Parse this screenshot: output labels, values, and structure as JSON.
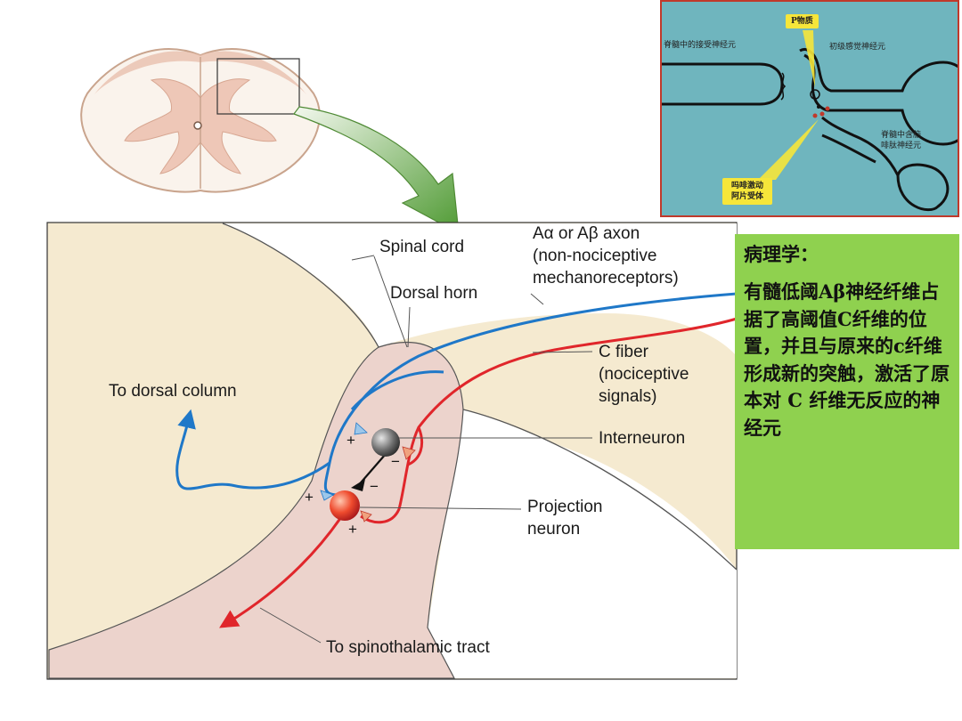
{
  "labels": {
    "spinal_cord": "Spinal cord",
    "ab_axon_1": "Aα or Aβ axon",
    "ab_axon_2": "(non-nociceptive",
    "ab_axon_3": "mechanoreceptors)",
    "dorsal_horn": "Dorsal horn",
    "c_fiber_1": "C fiber",
    "c_fiber_2": "(nociceptive",
    "c_fiber_3": "signals)",
    "dorsal_column": "To dorsal column",
    "interneuron": "Interneuron",
    "projection_1": "Projection",
    "projection_2": "neuron",
    "spinothalamic": "To spinothalamic tract",
    "plus": "+",
    "minus": "−"
  },
  "inset": {
    "p_substance": "P物质",
    "receptor_neuron": "脊髓中的接受神经元",
    "primary_sensory": "初级感觉神经元",
    "enkephalin_1": "脊髓中含脑",
    "enkephalin_2": "啡肽神经元",
    "opioid_1": "吗啡激动",
    "opioid_2": "阿片受体"
  },
  "pathology": {
    "title": "病理学：",
    "body": "有髓低阈Aβ神经纤维占据了高阈值C纤维的位置，并且与原来的c纤维形成新的突触，激活了原本对 C 纤维无反应的神经元"
  },
  "colors": {
    "tissue": "#f5ead0",
    "dorsal_horn_fill": "#ecd3cc",
    "blue_fiber": "#1f78c8",
    "red_fiber": "#e0262b",
    "green_box": "#8fd14f",
    "inset_bg": "#6fb5be",
    "callout": "#f6e63a",
    "arrow": "#5e9e3a"
  }
}
